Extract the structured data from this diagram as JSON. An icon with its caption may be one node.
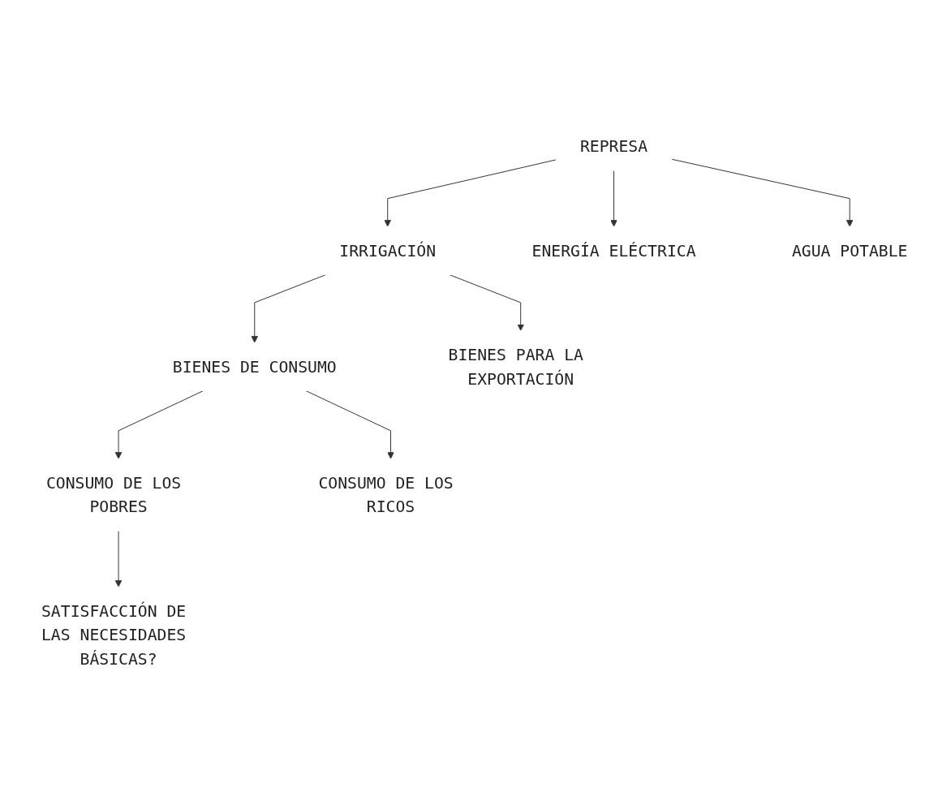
{
  "diagram": {
    "nodes": [
      {
        "text": [
          "REPRESA"
        ]
      },
      {
        "text": [
          "IRRIGACIÓN"
        ]
      },
      {
        "text": [
          "ENERGÍA ELÉCTRICA"
        ]
      },
      {
        "text": [
          "AGUA POTABLE"
        ]
      },
      {
        "text": [
          "BIENES DE CONSUMO"
        ]
      },
      {
        "text": [
          "BIENES PARA LA EXPORTACIÓN"
        ]
      },
      {
        "text": [
          "CONSUMO DE LOS POBRES"
        ]
      },
      {
        "text": [
          "CONSUMO DE LOS RICOS"
        ]
      },
      {
        "text": [
          "SATISFACCIÓN DE LAS NECESIDADES BÁSICAS?"
        ]
      }
    ],
    "edges": [
      {
        "from": 0,
        "to": 1,
        "arrow": "to"
      },
      {
        "from": 0,
        "to": 2,
        "arrow": "to"
      },
      {
        "from": 0,
        "to": 3,
        "arrow": "to"
      },
      {
        "from": 1,
        "to": 4,
        "arrow": "to"
      },
      {
        "from": 1,
        "to": 5,
        "arrow": "to"
      },
      {
        "from": 4,
        "to": 6,
        "arrow": "to"
      },
      {
        "from": 4,
        "to": 7,
        "arrow": "to"
      },
      {
        "from": 6,
        "to": 8,
        "arrow": "to"
      }
    ]
  }
}
